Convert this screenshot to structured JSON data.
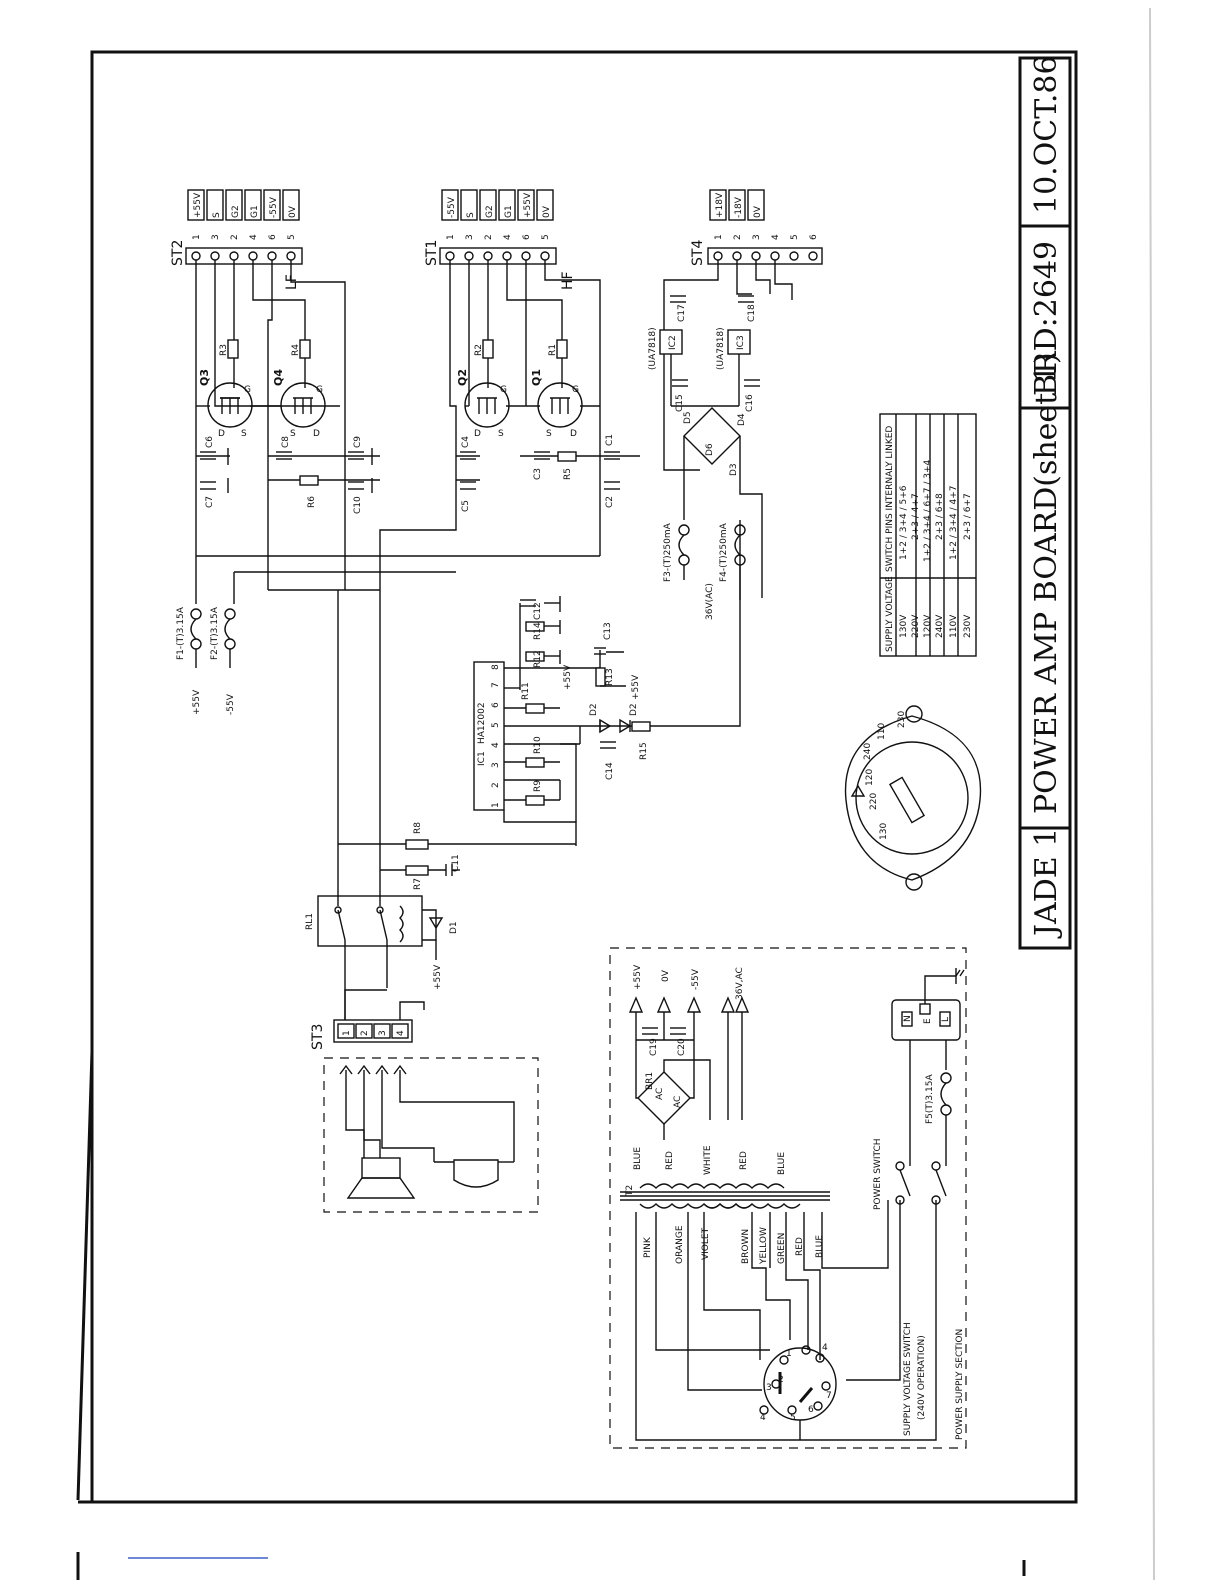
{
  "title_block": {
    "name": "JADE 1",
    "description": "POWER AMP BOARD(sheet 1)",
    "board": "BRD:2649",
    "date": "10.OCT.86"
  },
  "connectors": {
    "st2": {
      "label": "ST2",
      "side": "LF",
      "pins": [
        "1",
        "3",
        "2",
        "4",
        "6",
        "5"
      ],
      "signals": [
        "+55V",
        "S",
        "G2",
        "G1",
        "-55V",
        "0V"
      ]
    },
    "st1": {
      "label": "ST1",
      "side": "HF",
      "pins": [
        "1",
        "3",
        "2",
        "4",
        "6",
        "5"
      ],
      "signals": [
        "-55V",
        "S",
        "G2",
        "G1",
        "+55V",
        "0V"
      ]
    },
    "st4": {
      "label": "ST4",
      "pins": [
        "1",
        "2",
        "3",
        "4",
        "5",
        "6"
      ],
      "signals": [
        "+18V",
        "-18V",
        "0V"
      ]
    },
    "st3": {
      "label": "ST3",
      "pins": [
        "1",
        "2",
        "3",
        "4"
      ]
    }
  },
  "components": {
    "q3": "Q3",
    "q4": "Q4",
    "q2": "Q2",
    "q1": "Q1",
    "r1": "R1",
    "r2": "R2",
    "r3": "R3",
    "r4": "R4",
    "r5": "R5",
    "r6": "R6",
    "r7": "R7",
    "r8": "R8",
    "r9": "R9",
    "r10": "R10",
    "r11": "R11",
    "r12": "R12",
    "r13": "R13",
    "r14": "R14",
    "r15": "R15",
    "c1": "C1",
    "c2": "C2",
    "c3": "C3",
    "c4": "C4",
    "c5": "C5",
    "c6": "C6",
    "c7": "C7",
    "c8": "C8",
    "c9": "C9",
    "c10": "C10",
    "c11": "C11",
    "c12": "C12",
    "c13": "C13",
    "c14": "C14",
    "c15": "C15",
    "c16": "C16",
    "c17": "C17",
    "c18": "C18",
    "c19": "C19",
    "c20": "C20",
    "d1": "D1",
    "d2": "D2",
    "d3": "D3",
    "d4": "D4",
    "d5": "D5",
    "d6": "D6",
    "ic1": "IC1",
    "ic1_part": "HA12002",
    "ic2": "IC2",
    "ic3": "IC3",
    "ic_part": "(UA7818)",
    "rl1": "RL1",
    "t2": "T2",
    "br1": "BR1",
    "f1": "F1-(T)3.15A",
    "f2": "F2-(T)3.15A",
    "f3": "F3-(T)250mA",
    "f4": "F4-(T)250mA",
    "f5": "F5(T)3.15A",
    "ac": "AC"
  },
  "rails": {
    "p55": "+55V",
    "n55": "-55V",
    "v0": "0V",
    "ac36": "36V,AC",
    "ac36b": "36V(AC)"
  },
  "ic_pins": [
    "1",
    "2",
    "3",
    "4",
    "5",
    "6",
    "7",
    "8"
  ],
  "wire_colors": {
    "secondary": [
      "BLUE",
      "RED",
      "WHITE",
      "RED",
      "BLUE"
    ],
    "primary": [
      "PINK",
      "ORANGE",
      "VIOLET",
      "BROWN",
      "YELLOW",
      "GREEN",
      "RED",
      "BLUE"
    ]
  },
  "switch_table": {
    "headers": [
      "SUPPLY VOLTAGE",
      "SWITCH PINS INTERNALY LINKED"
    ],
    "rows": [
      [
        "130V",
        "1+2 / 3+4 / 5+6"
      ],
      [
        "220V",
        "2+3 / 4+7"
      ],
      [
        "120V",
        "1+2 / 3+4 / 6+7 / 3+4"
      ],
      [
        "240V",
        "2+3 / 6+8"
      ],
      [
        "110V",
        "1+2 / 3+4 / 4+7"
      ],
      [
        "230V",
        "2+3 / 6+7"
      ]
    ]
  },
  "selector_dial": [
    "130",
    "220",
    "120",
    "240",
    "110",
    "230"
  ],
  "labels": {
    "power_switch": "POWER SWITCH",
    "supply_switch": "SUPPLY VOLTAGE SWITCH",
    "supply_switch_op": "(240V OPERATION)",
    "psu_section": "POWER SUPPLY SECTION",
    "mains_n": "N",
    "mains_e": "E",
    "mains_l": "L",
    "pins_g": "G",
    "pins_d": "D",
    "pins_s": "S"
  }
}
